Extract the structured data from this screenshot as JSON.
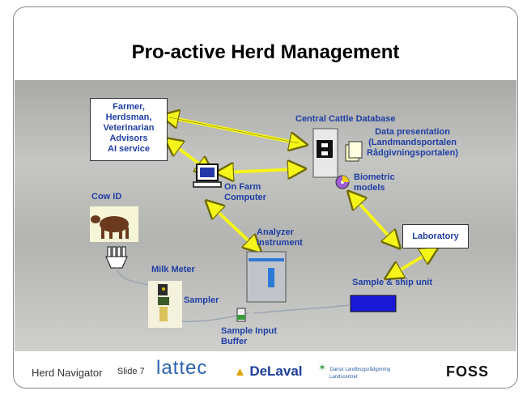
{
  "slide": {
    "title": "Pro-active Herd Management",
    "nodes": {
      "farmer_lines": [
        "Farmer,",
        "Herdsman,",
        "Veterinarian",
        "Advisors",
        "AI service"
      ],
      "central_db": "Central Cattle Database",
      "data_presentation": [
        "Data presentation",
        "(Landmandsportalen",
        "Rådgivningsportalen)"
      ],
      "biometric": [
        "Biometric",
        "models"
      ],
      "on_farm": [
        "On Farm",
        "Computer"
      ],
      "cow_id": "Cow ID",
      "analyzer": [
        "Analyzer",
        "Instrument"
      ],
      "laboratory": "Laboratory",
      "milk_meter": "Milk Meter",
      "sampler": "Sampler",
      "sample_ship": "Sample & ship unit",
      "sample_input": [
        "Sample Input",
        "Buffer"
      ]
    }
  },
  "footer": {
    "left": "Herd Navigator",
    "slide_no": "Slide 7",
    "logos": {
      "lattec": "lattec",
      "delaval": "DeLaval",
      "landscentret_top": "Dansk Landbrugsrådgivning",
      "landscentret_bottom": "Landscentret",
      "foss": "FOSS"
    }
  },
  "colors": {
    "label": "#1f3ea3",
    "arrow": "#f5f51a",
    "band": "#b9bab7"
  }
}
